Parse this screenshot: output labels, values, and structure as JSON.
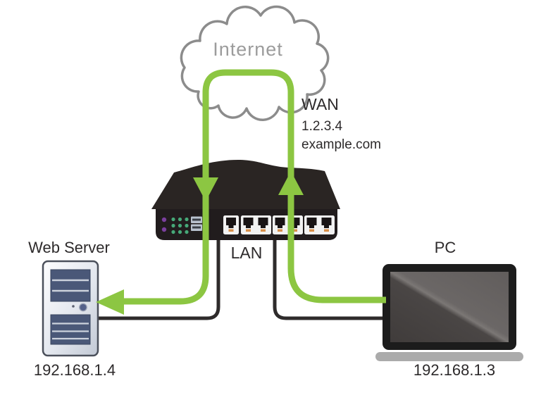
{
  "cloud": {
    "label": "Internet"
  },
  "wan": {
    "label": "WAN",
    "ip": "1.2.3.4",
    "domain": "example.com"
  },
  "lan": {
    "label": "LAN"
  },
  "web_server": {
    "label": "Web Server",
    "ip": "192.168.1.4"
  },
  "pc": {
    "label": "PC",
    "ip": "192.168.1.3"
  },
  "colors": {
    "flow_green": "#8CC642",
    "cable_black": "#2E2B2B",
    "cloud_outline": "#8C8C8C",
    "router_top": "#2A2523",
    "router_panel": "#211C1D",
    "text_dark": "#2D2A2B",
    "text_gray": "#9C9C9C"
  },
  "topology": {
    "nodes": [
      "Internet",
      "Router (WAN 1.2.3.4 / example.com)",
      "Web Server 192.168.1.4",
      "PC 192.168.1.3"
    ],
    "cables": [
      "Web Server — router LAN port",
      "PC — router LAN port"
    ],
    "green_flow": "PC → router LAN → WAN → Internet → WAN → router LAN → Web Server"
  }
}
